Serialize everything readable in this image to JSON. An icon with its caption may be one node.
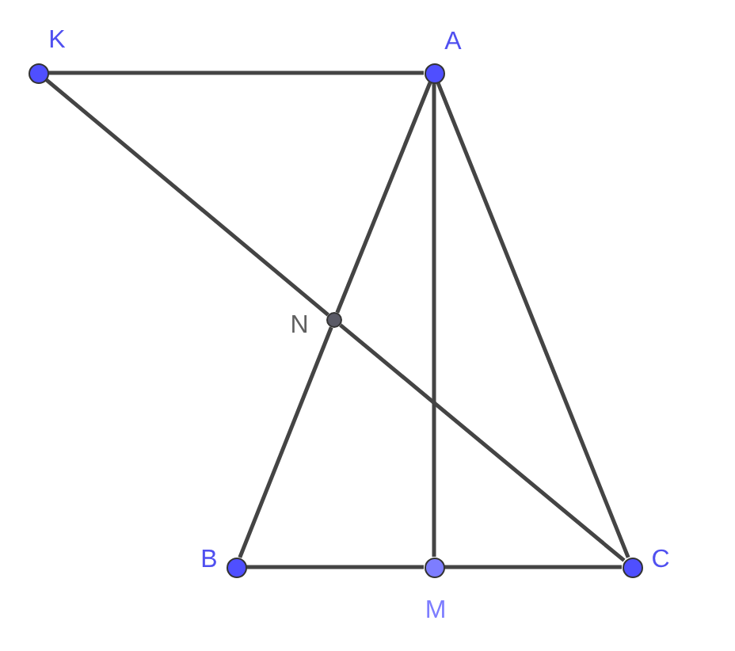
{
  "diagram": {
    "nodes": [
      {
        "text": [],
        "shape": "circle",
        "beside": [
          "K"
        ]
      },
      {
        "text": [],
        "shape": "circle",
        "beside": [
          "A"
        ]
      },
      {
        "text": [],
        "shape": "circle",
        "beside": [
          "N"
        ]
      },
      {
        "text": [],
        "shape": "circle",
        "beside": [
          "B"
        ]
      },
      {
        "text": [],
        "shape": "circle",
        "beside": [
          "M"
        ]
      },
      {
        "text": [],
        "shape": "circle",
        "beside": [
          "C"
        ]
      }
    ],
    "edges": [
      {
        "from": 0,
        "to": 1,
        "arrow": "none"
      },
      {
        "from": 1,
        "to": 2,
        "arrow": "none"
      },
      {
        "from": 2,
        "to": 3,
        "arrow": "none"
      },
      {
        "from": 1,
        "to": 4,
        "arrow": "none"
      },
      {
        "from": 1,
        "to": 5,
        "arrow": "none"
      },
      {
        "from": 0,
        "to": 2,
        "arrow": "none"
      },
      {
        "from": 2,
        "to": 5,
        "arrow": "none"
      },
      {
        "from": 3,
        "to": 4,
        "arrow": "none"
      },
      {
        "from": 4,
        "to": 5,
        "arrow": "none"
      }
    ]
  }
}
